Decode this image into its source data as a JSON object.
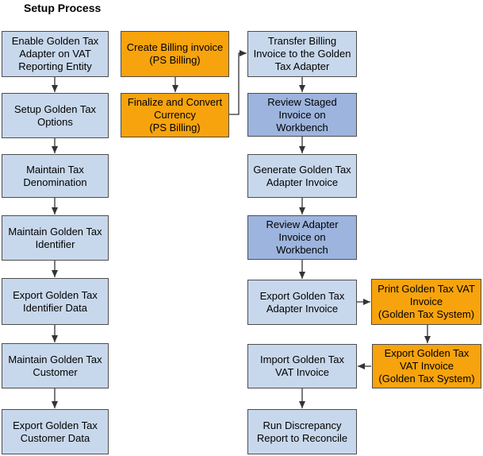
{
  "title": "Setup Process",
  "boxes": {
    "enable_golden_tax": "Enable Golden Tax\nAdapter on VAT\nReporting Entity",
    "setup_golden_tax_options": "Setup Golden Tax\nOptions",
    "maintain_tax_denomination": "Maintain Tax\nDenomination",
    "maintain_golden_tax_identifier": "Maintain Golden Tax\nIdentifier",
    "export_golden_tax_identifier_data": "Export Golden Tax\nIdentifier Data",
    "maintain_golden_tax_customer": "Maintain Golden Tax\nCustomer",
    "export_golden_tax_customer_data": "Export Golden Tax\nCustomer Data",
    "create_billing_invoice": "Create Billing invoice\n(PS Billing)",
    "finalize_convert_currency": "Finalize and Convert\nCurrency\n(PS Billing)",
    "transfer_billing_invoice": "Transfer Billing\nInvoice to the Golden\nTax Adapter",
    "review_staged_invoice": "Review Staged\nInvoice on Workbench",
    "generate_adapter_invoice": "Generate Golden Tax\nAdapter Invoice",
    "review_adapter_invoice": "Review Adapter\nInvoice on Workbench",
    "export_adapter_invoice": "Export Golden Tax\nAdapter Invoice",
    "print_vat_invoice": "Print Golden Tax VAT\nInvoice\n(Golden Tax System)",
    "export_vat_invoice": "Export Golden Tax\nVAT Invoice\n(Golden Tax System)",
    "import_vat_invoice": "Import Golden Tax\nVAT Invoice",
    "run_discrepancy_report": "Run Discrepancy\nReport to Reconcile"
  }
}
